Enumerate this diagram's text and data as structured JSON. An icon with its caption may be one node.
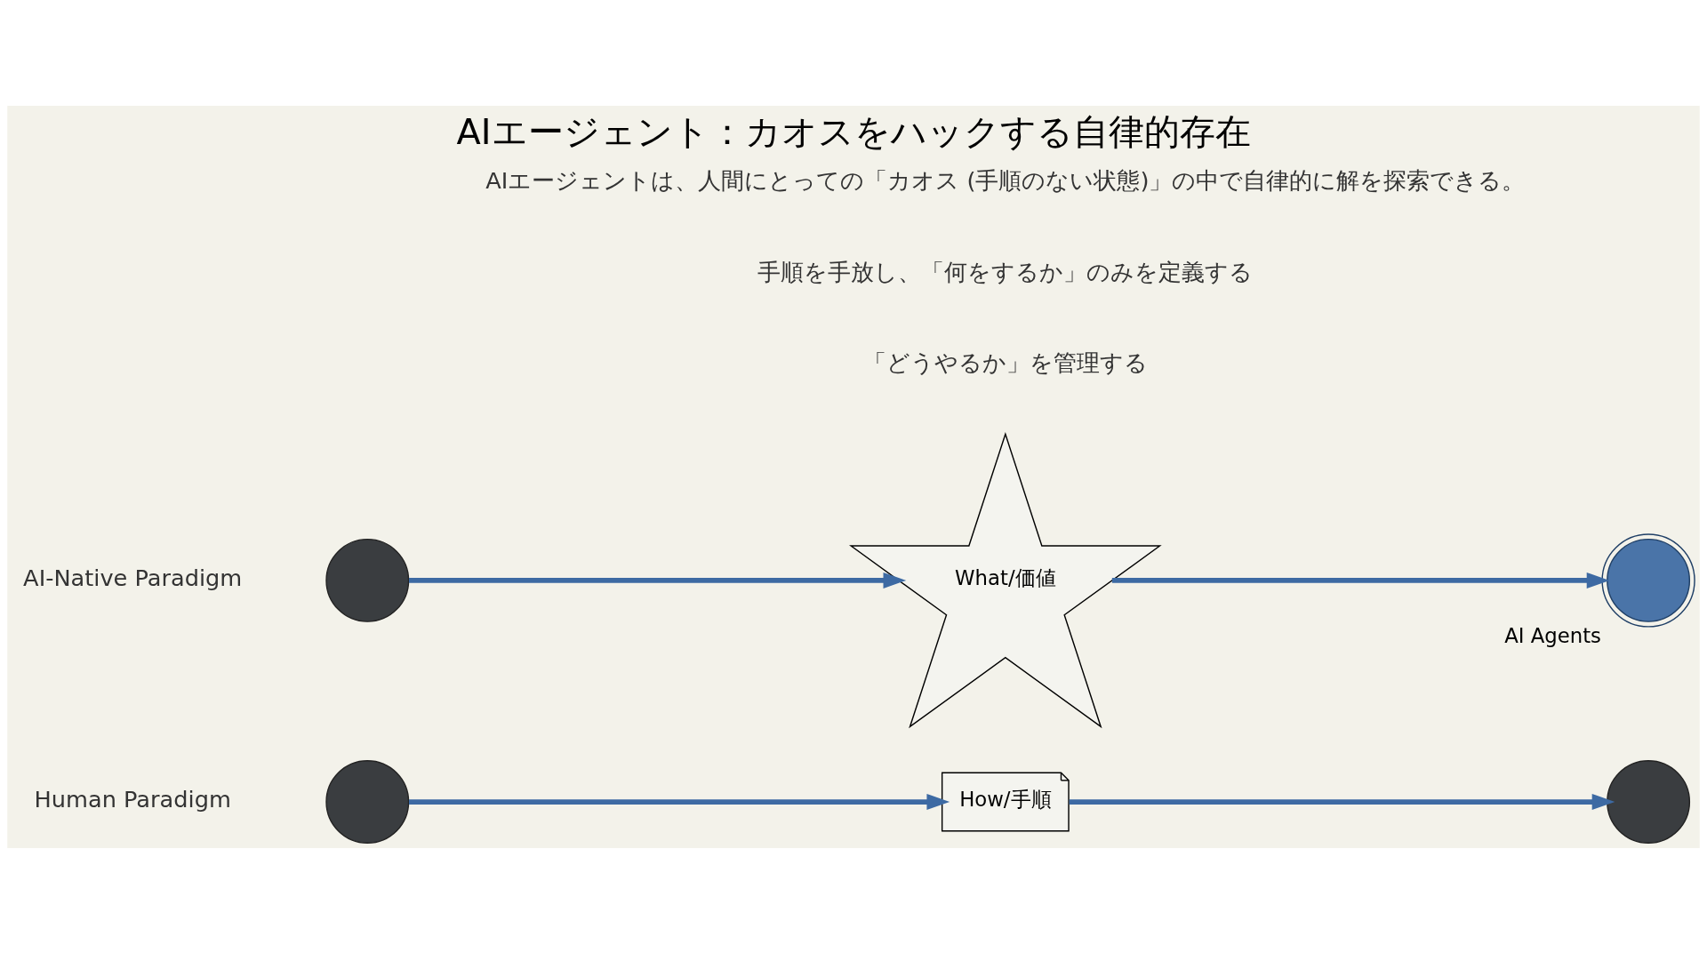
{
  "diagram": {
    "title": "AIエージェント：カオスをハックする自律的存在",
    "nodes": [
      {
        "text": [],
        "shape": "person"
      },
      {
        "text": [
          "How/手順"
        ]
      },
      {
        "text": [],
        "shape": "person"
      },
      {
        "text": [],
        "shape": "person"
      },
      {
        "text": [
          "What/価値"
        ]
      },
      {
        "text": [],
        "shape": "network",
        "beside": [
          "AI Agents"
        ]
      }
    ],
    "edges": [
      {
        "from": 0,
        "to": 1,
        "arrow": "to"
      },
      {
        "from": 1,
        "to": 2,
        "arrow": "to"
      },
      {
        "from": 3,
        "to": 4,
        "arrow": "to"
      },
      {
        "from": 4,
        "to": 5,
        "arrow": "to"
      }
    ],
    "labels": [
      "Human Paradigm",
      "「どうやるか」を管理する",
      "AI-Native Paradigm",
      "手順を手放し、「何をするか」のみを定義する",
      "AIエージェントは、人間にとっての「カオス (手順のない状態)」の中で自律的に解を探索できる。"
    ]
  }
}
